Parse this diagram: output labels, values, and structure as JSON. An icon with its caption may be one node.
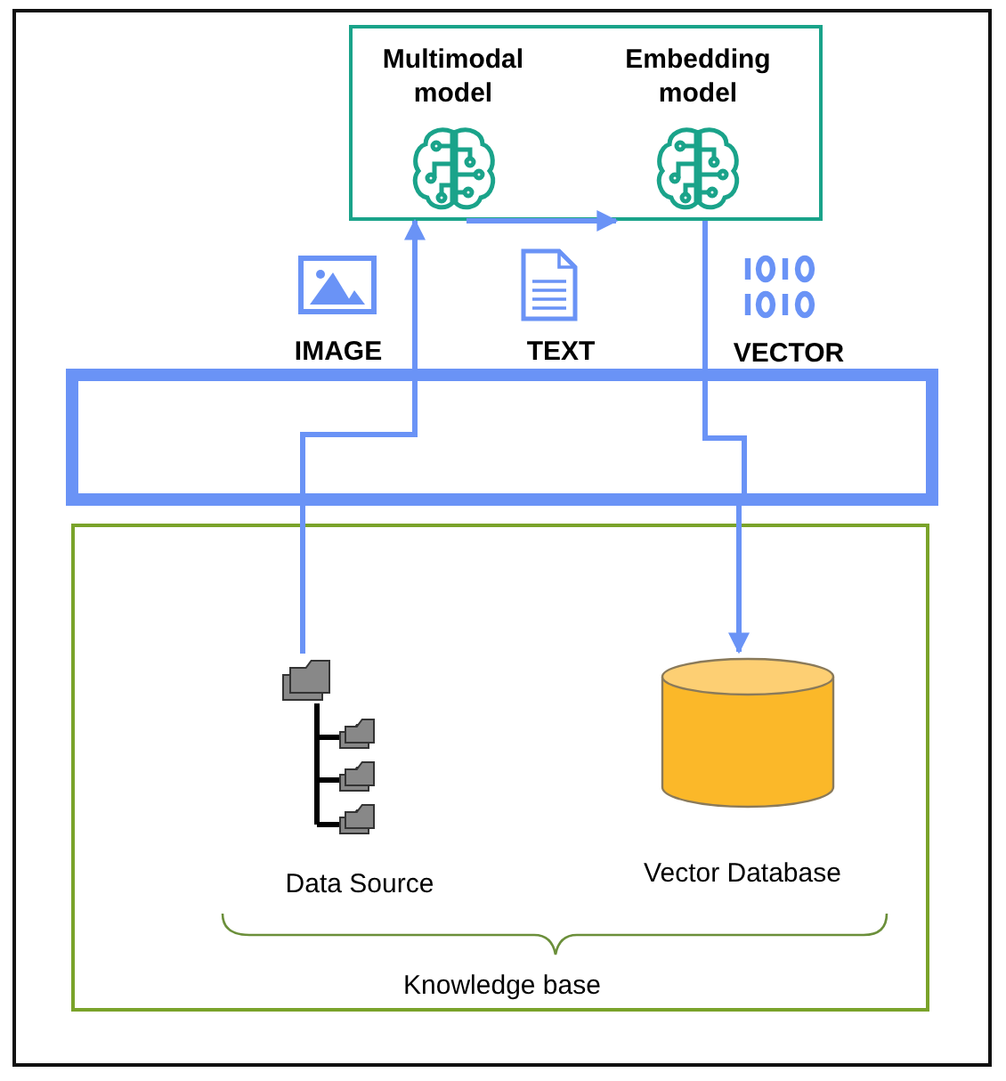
{
  "diagram": {
    "nodes": [
      {
        "text": [],
        "shape": "box"
      },
      {
        "text": [
          "Multimodal model"
        ],
        "in": 0
      },
      {
        "text": [
          "Embedding model"
        ],
        "in": 0
      },
      {
        "text": [],
        "shape": "box"
      },
      {
        "text": [
          "Knowledge base"
        ]
      },
      {
        "text": [
          "Data Source"
        ],
        "in": 4
      },
      {
        "text": [
          "Vector Database"
        ],
        "in": 4
      }
    ],
    "edges": [
      {
        "from": 5,
        "to": 3,
        "arrow": "none"
      },
      {
        "from": 3,
        "to": 1,
        "arrow": "to"
      },
      {
        "from": 1,
        "to": 2,
        "arrow": "to"
      },
      {
        "from": 2,
        "to": 3,
        "arrow": "none"
      },
      {
        "from": 3,
        "to": 6,
        "arrow": "to"
      }
    ],
    "labels": [
      "IMAGE",
      "TEXT",
      "VECTOR"
    ]
  }
}
